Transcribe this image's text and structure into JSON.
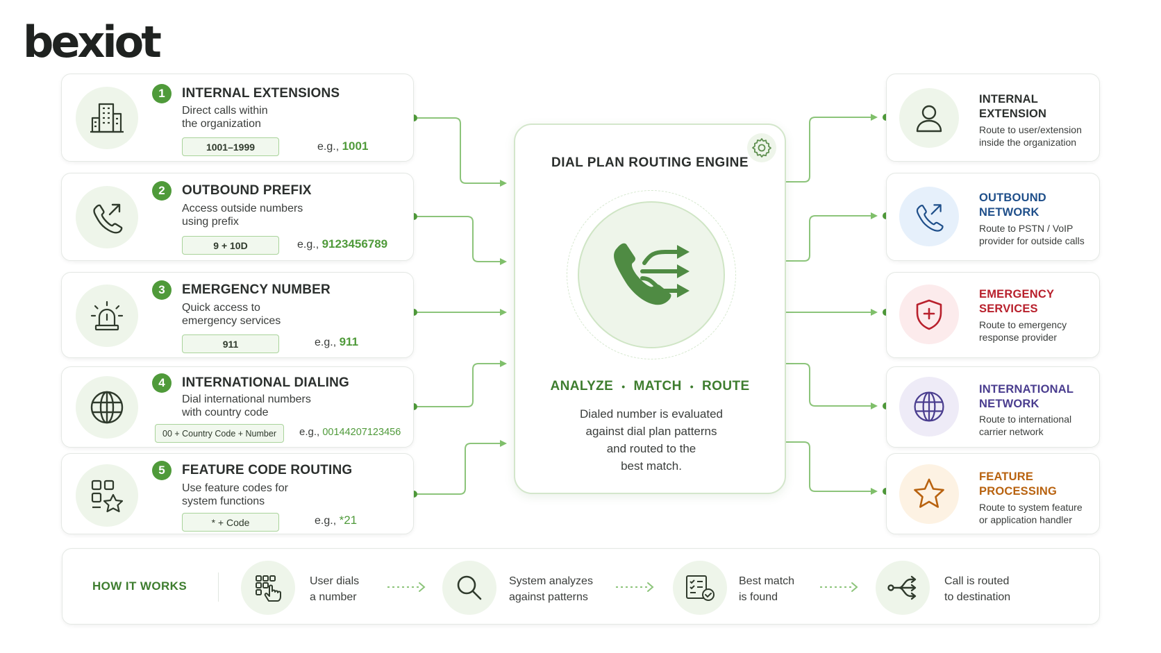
{
  "brand": {
    "logo_text": "bexiot"
  },
  "colors": {
    "accent": "#4f9a3a",
    "emergency": "#b8202c",
    "international": "#4a3d8f",
    "feature": "#b8620f",
    "network": "#1f4f8a"
  },
  "rules": [
    {
      "number": "1",
      "title": "INTERNAL EXTENSIONS",
      "desc_line1": "Direct calls within",
      "desc_line2": "the organization",
      "pattern": "1001–1999",
      "example_label": "e.g.,",
      "example_value": "1001",
      "icon": "building-icon"
    },
    {
      "number": "2",
      "title": "OUTBOUND PREFIX",
      "desc_line1": "Access outside numbers",
      "desc_line2": "using prefix",
      "pattern": "9 + 10D",
      "example_label": "e.g.,",
      "example_value": "9123456789",
      "icon": "phone-outgoing-icon"
    },
    {
      "number": "3",
      "title": "EMERGENCY NUMBER",
      "desc_line1": "Quick access to",
      "desc_line2": "emergency services",
      "pattern": "911",
      "example_label": "e.g.,",
      "example_value": "911",
      "icon": "siren-icon"
    },
    {
      "number": "4",
      "title": "INTERNATIONAL DIALING",
      "desc_line1": "Dial international numbers",
      "desc_line2": "with country code",
      "pattern": "00 + Country Code + Number",
      "example_label": "e.g.,",
      "example_value": "00144207123456",
      "icon": "globe-icon"
    },
    {
      "number": "5",
      "title": "FEATURE CODE ROUTING",
      "desc_line1": "Use feature codes for",
      "desc_line2": "system functions",
      "pattern": "* + Code",
      "example_label": "e.g.,",
      "example_value": "*21",
      "icon": "grid-star-icon"
    }
  ],
  "engine": {
    "title": "DIAL PLAN ROUTING ENGINE",
    "steps": [
      "ANALYZE",
      "MATCH",
      "ROUTE"
    ],
    "separator": "•",
    "desc_lines": [
      "Dialed number is evaluated",
      "against dial plan patterns",
      "and routed to the",
      "best match."
    ],
    "icon": "phone-routing-icon",
    "settings_icon": "gear-icon"
  },
  "destinations": [
    {
      "title_line1": "INTERNAL",
      "title_line2": "EXTENSION",
      "desc_line1": "Route to user/extension",
      "desc_line2": "inside the organization",
      "icon": "user-icon"
    },
    {
      "title_line1": "OUTBOUND",
      "title_line2": "NETWORK",
      "desc_line1": "Route to PSTN / VoIP",
      "desc_line2": "provider for outside calls",
      "icon": "phone-outgoing-icon"
    },
    {
      "title_line1": "EMERGENCY",
      "title_line2": "SERVICES",
      "desc_line1": "Route to emergency",
      "desc_line2": "response provider",
      "icon": "shield-cross-icon"
    },
    {
      "title_line1": "INTERNATIONAL",
      "title_line2": "NETWORK",
      "desc_line1": "Route to international",
      "desc_line2": "carrier network",
      "icon": "globe-icon"
    },
    {
      "title_line1": "FEATURE",
      "title_line2": "PROCESSING",
      "desc_line1": "Route to system feature",
      "desc_line2": "or application handler",
      "icon": "star-icon"
    }
  ],
  "how_it_works": {
    "label": "HOW IT WORKS",
    "steps": [
      {
        "line1": "User dials",
        "line2": "a number",
        "icon": "keypad-touch-icon"
      },
      {
        "line1": "System analyzes",
        "line2": "against patterns",
        "icon": "search-icon"
      },
      {
        "line1": "Best match",
        "line2": "is found",
        "icon": "checklist-icon"
      },
      {
        "line1": "Call is routed",
        "line2": "to destination",
        "icon": "route-split-icon"
      }
    ]
  }
}
